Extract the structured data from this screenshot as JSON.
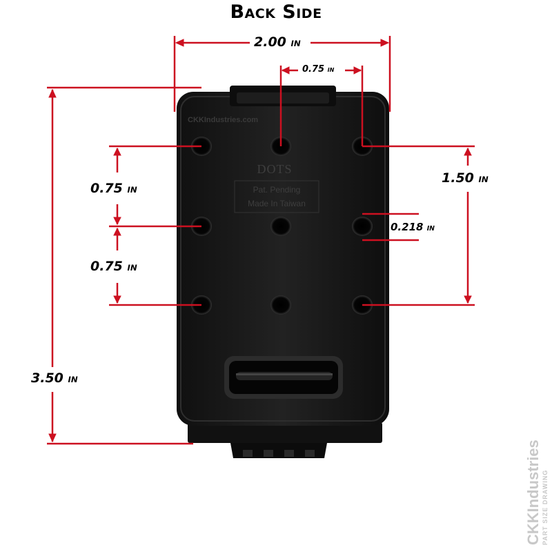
{
  "title": "Back Side",
  "product": {
    "watermark": "CKKIndustries.com",
    "plate_text": {
      "line1": "DOTS",
      "line2": "Pat. Pending",
      "line3": "Made In Taiwan"
    }
  },
  "dimensions": {
    "width_total": {
      "value": "2.00",
      "unit": "IN"
    },
    "hole_spacing_x": {
      "value": "0.75",
      "unit": "IN"
    },
    "hole_spacing_y_top": {
      "value": "0.75",
      "unit": "IN"
    },
    "hole_spacing_y_bottom": {
      "value": "0.75",
      "unit": "IN"
    },
    "outer_row_span": {
      "value": "1.50",
      "unit": "IN"
    },
    "hole_diameter": {
      "value": "0.218",
      "unit": "IN"
    },
    "height_total": {
      "value": "3.50",
      "unit": "IN"
    }
  },
  "brand": {
    "name": "CKKIndustries",
    "tagline": "PART SIZE DRAWING"
  },
  "colors": {
    "dimension_line": "#cc1020",
    "part": "#161616",
    "brand_gray": "#c8c8c8"
  }
}
